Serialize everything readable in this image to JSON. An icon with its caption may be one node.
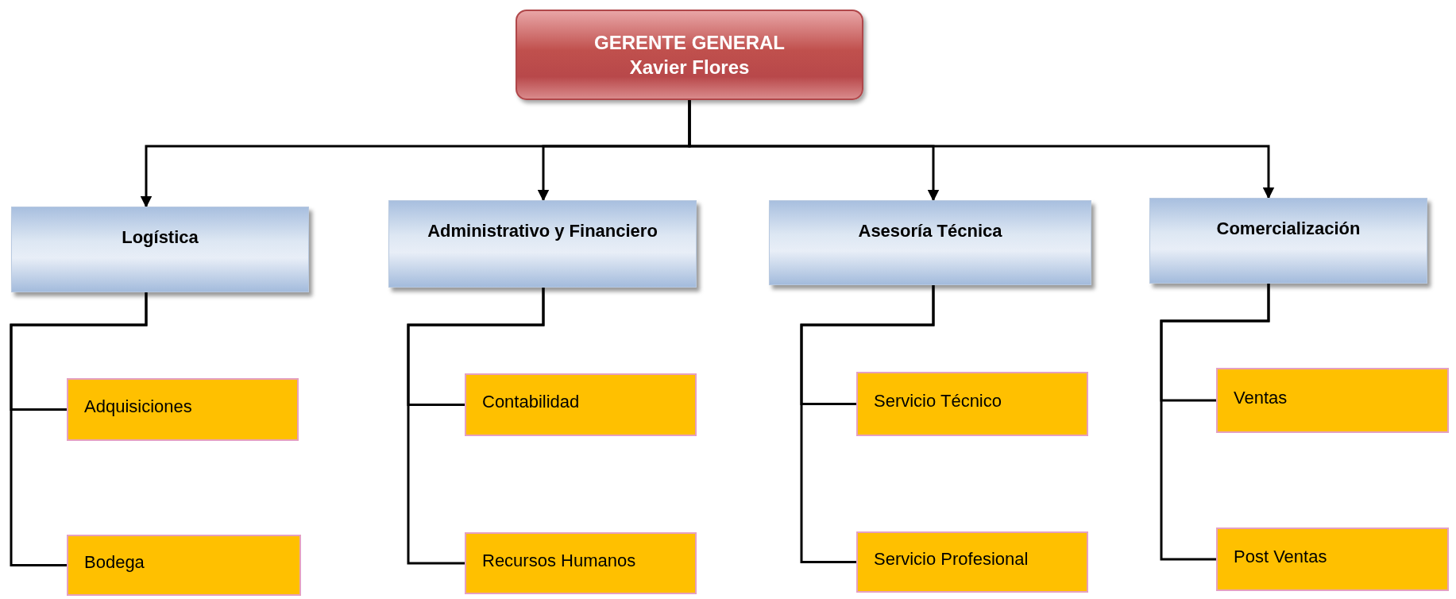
{
  "diagram": {
    "nodes": [
      {
        "text": [
          "GERENTE GENERAL",
          "Xavier Flores"
        ]
      },
      {
        "text": [
          "Logística"
        ]
      },
      {
        "text": [
          "Administrativo y Financiero"
        ]
      },
      {
        "text": [
          "Asesoría Técnica"
        ]
      },
      {
        "text": [
          "Comercialización"
        ]
      },
      {
        "text": [
          "Adquisiciones"
        ]
      },
      {
        "text": [
          "Bodega"
        ]
      },
      {
        "text": [
          "Contabilidad"
        ]
      },
      {
        "text": [
          "Recursos Humanos"
        ]
      },
      {
        "text": [
          "Servicio Técnico"
        ]
      },
      {
        "text": [
          "Servicio Profesional"
        ]
      },
      {
        "text": [
          "Ventas"
        ]
      },
      {
        "text": [
          "Post Ventas"
        ]
      }
    ],
    "edges": [
      {
        "from": 0,
        "to": 1,
        "arrow": "to"
      },
      {
        "from": 0,
        "to": 2,
        "arrow": "to"
      },
      {
        "from": 0,
        "to": 3,
        "arrow": "to"
      },
      {
        "from": 0,
        "to": 4,
        "arrow": "to"
      },
      {
        "from": 1,
        "to": 5,
        "arrow": "none"
      },
      {
        "from": 1,
        "to": 6,
        "arrow": "none"
      },
      {
        "from": 2,
        "to": 7,
        "arrow": "none"
      },
      {
        "from": 2,
        "to": 8,
        "arrow": "none"
      },
      {
        "from": 3,
        "to": 9,
        "arrow": "none"
      },
      {
        "from": 3,
        "to": 10,
        "arrow": "none"
      },
      {
        "from": 4,
        "to": 11,
        "arrow": "none"
      },
      {
        "from": 4,
        "to": 12,
        "arrow": "none"
      }
    ]
  }
}
